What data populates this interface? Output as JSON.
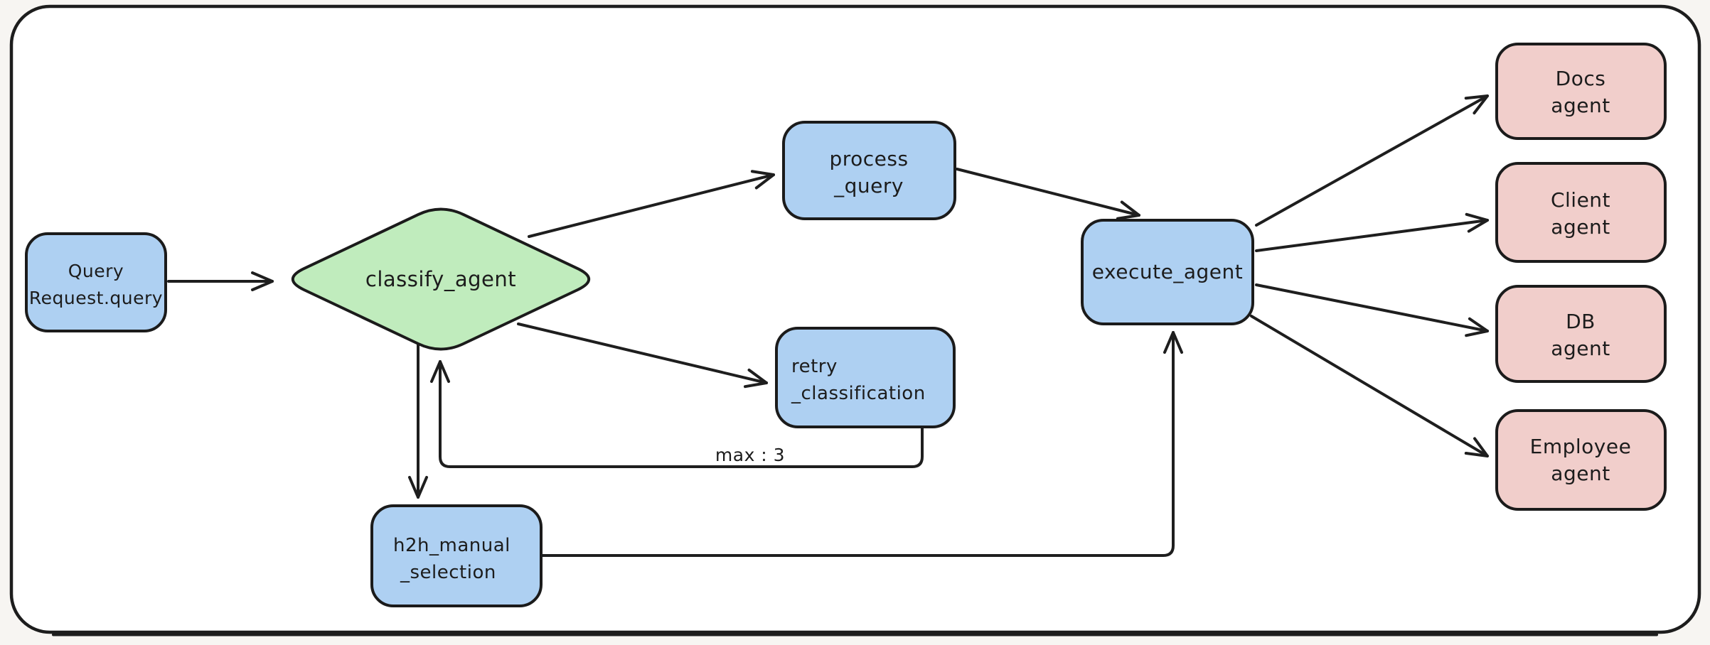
{
  "diagram": {
    "nodes": {
      "query": {
        "line1": "Query",
        "line2": "Request.query"
      },
      "classify": {
        "line1": "classify_agent"
      },
      "process": {
        "line1": "process",
        "line2": "_query"
      },
      "retry": {
        "line1": "retry",
        "line2": "_classification"
      },
      "h2h": {
        "line1": "h2h_manual",
        "line2": "_selection"
      },
      "execute": {
        "line1": "execute_agent"
      },
      "docs": {
        "line1": "Docs",
        "line2": "agent"
      },
      "client": {
        "line1": "Client",
        "line2": "agent"
      },
      "db": {
        "line1": "DB",
        "line2": "agent"
      },
      "employee": {
        "line1": "Employee",
        "line2": "agent"
      }
    },
    "edge_labels": {
      "retry_loop": "max : 3"
    },
    "colors": {
      "node_blue": "#aed0f2",
      "node_green": "#c0ecbd",
      "node_pink": "#f1cecb",
      "stroke": "#1e1e1e",
      "frame_fill": "#ffffff"
    }
  }
}
